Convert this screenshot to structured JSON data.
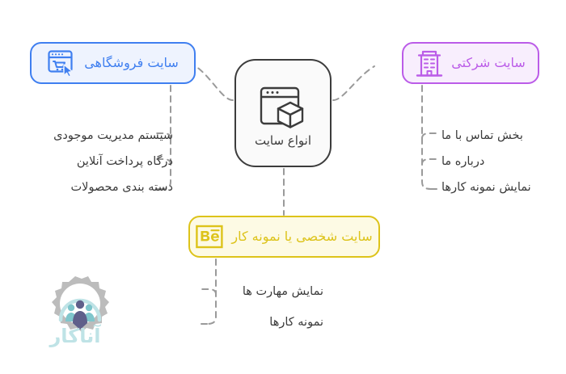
{
  "diagram": {
    "title_center": "انواع سایت",
    "center_icon": "browser-cube-icon",
    "background_color": "#ffffff",
    "connector_color": "#9a9a9a",
    "connector_style": "dashed"
  },
  "center": {
    "label": "انواع سایت",
    "icon": "browser-cube-icon",
    "border_color": "#3c3c3c",
    "fill_color": "#fafafa",
    "text_color": "#3c3c3c"
  },
  "branches": [
    {
      "id": "shop",
      "label": "سایت فروشگاهی",
      "icon": "browser-cart-cursor-icon",
      "border_color": "#3f7ff0",
      "fill_color": "#eef3fe",
      "text_color": "#3f7ff0",
      "position": "top-left",
      "items": [
        "سیستم مدیریت موجودی",
        "درگاه پرداخت آنلاین",
        "دسته بندی محصولات"
      ]
    },
    {
      "id": "corporate",
      "label": "سایت شرکتی",
      "icon": "office-building-icon",
      "border_color": "#bb5ce8",
      "fill_color": "#f8eefd",
      "text_color": "#bb5ce8",
      "position": "top-right",
      "items": [
        "بخش تماس با ما",
        "درباره ما",
        "نمایش نمونه کارها"
      ]
    },
    {
      "id": "portfolio",
      "label": "سایت شخصی یا نمونه کار",
      "icon": "behance-icon",
      "border_color": "#ddc31a",
      "fill_color": "#fdfae4",
      "text_color": "#ddc31a",
      "position": "bottom",
      "items": [
        "نمایش مهارت ها",
        "نمونه کارها"
      ]
    }
  ],
  "watermark": {
    "brand": "آناکار",
    "icon": "gear-people-logo",
    "gear_color": "#b0b0b0",
    "arc_color": "#bfe3e6",
    "text_color": "#bfe3e6"
  }
}
